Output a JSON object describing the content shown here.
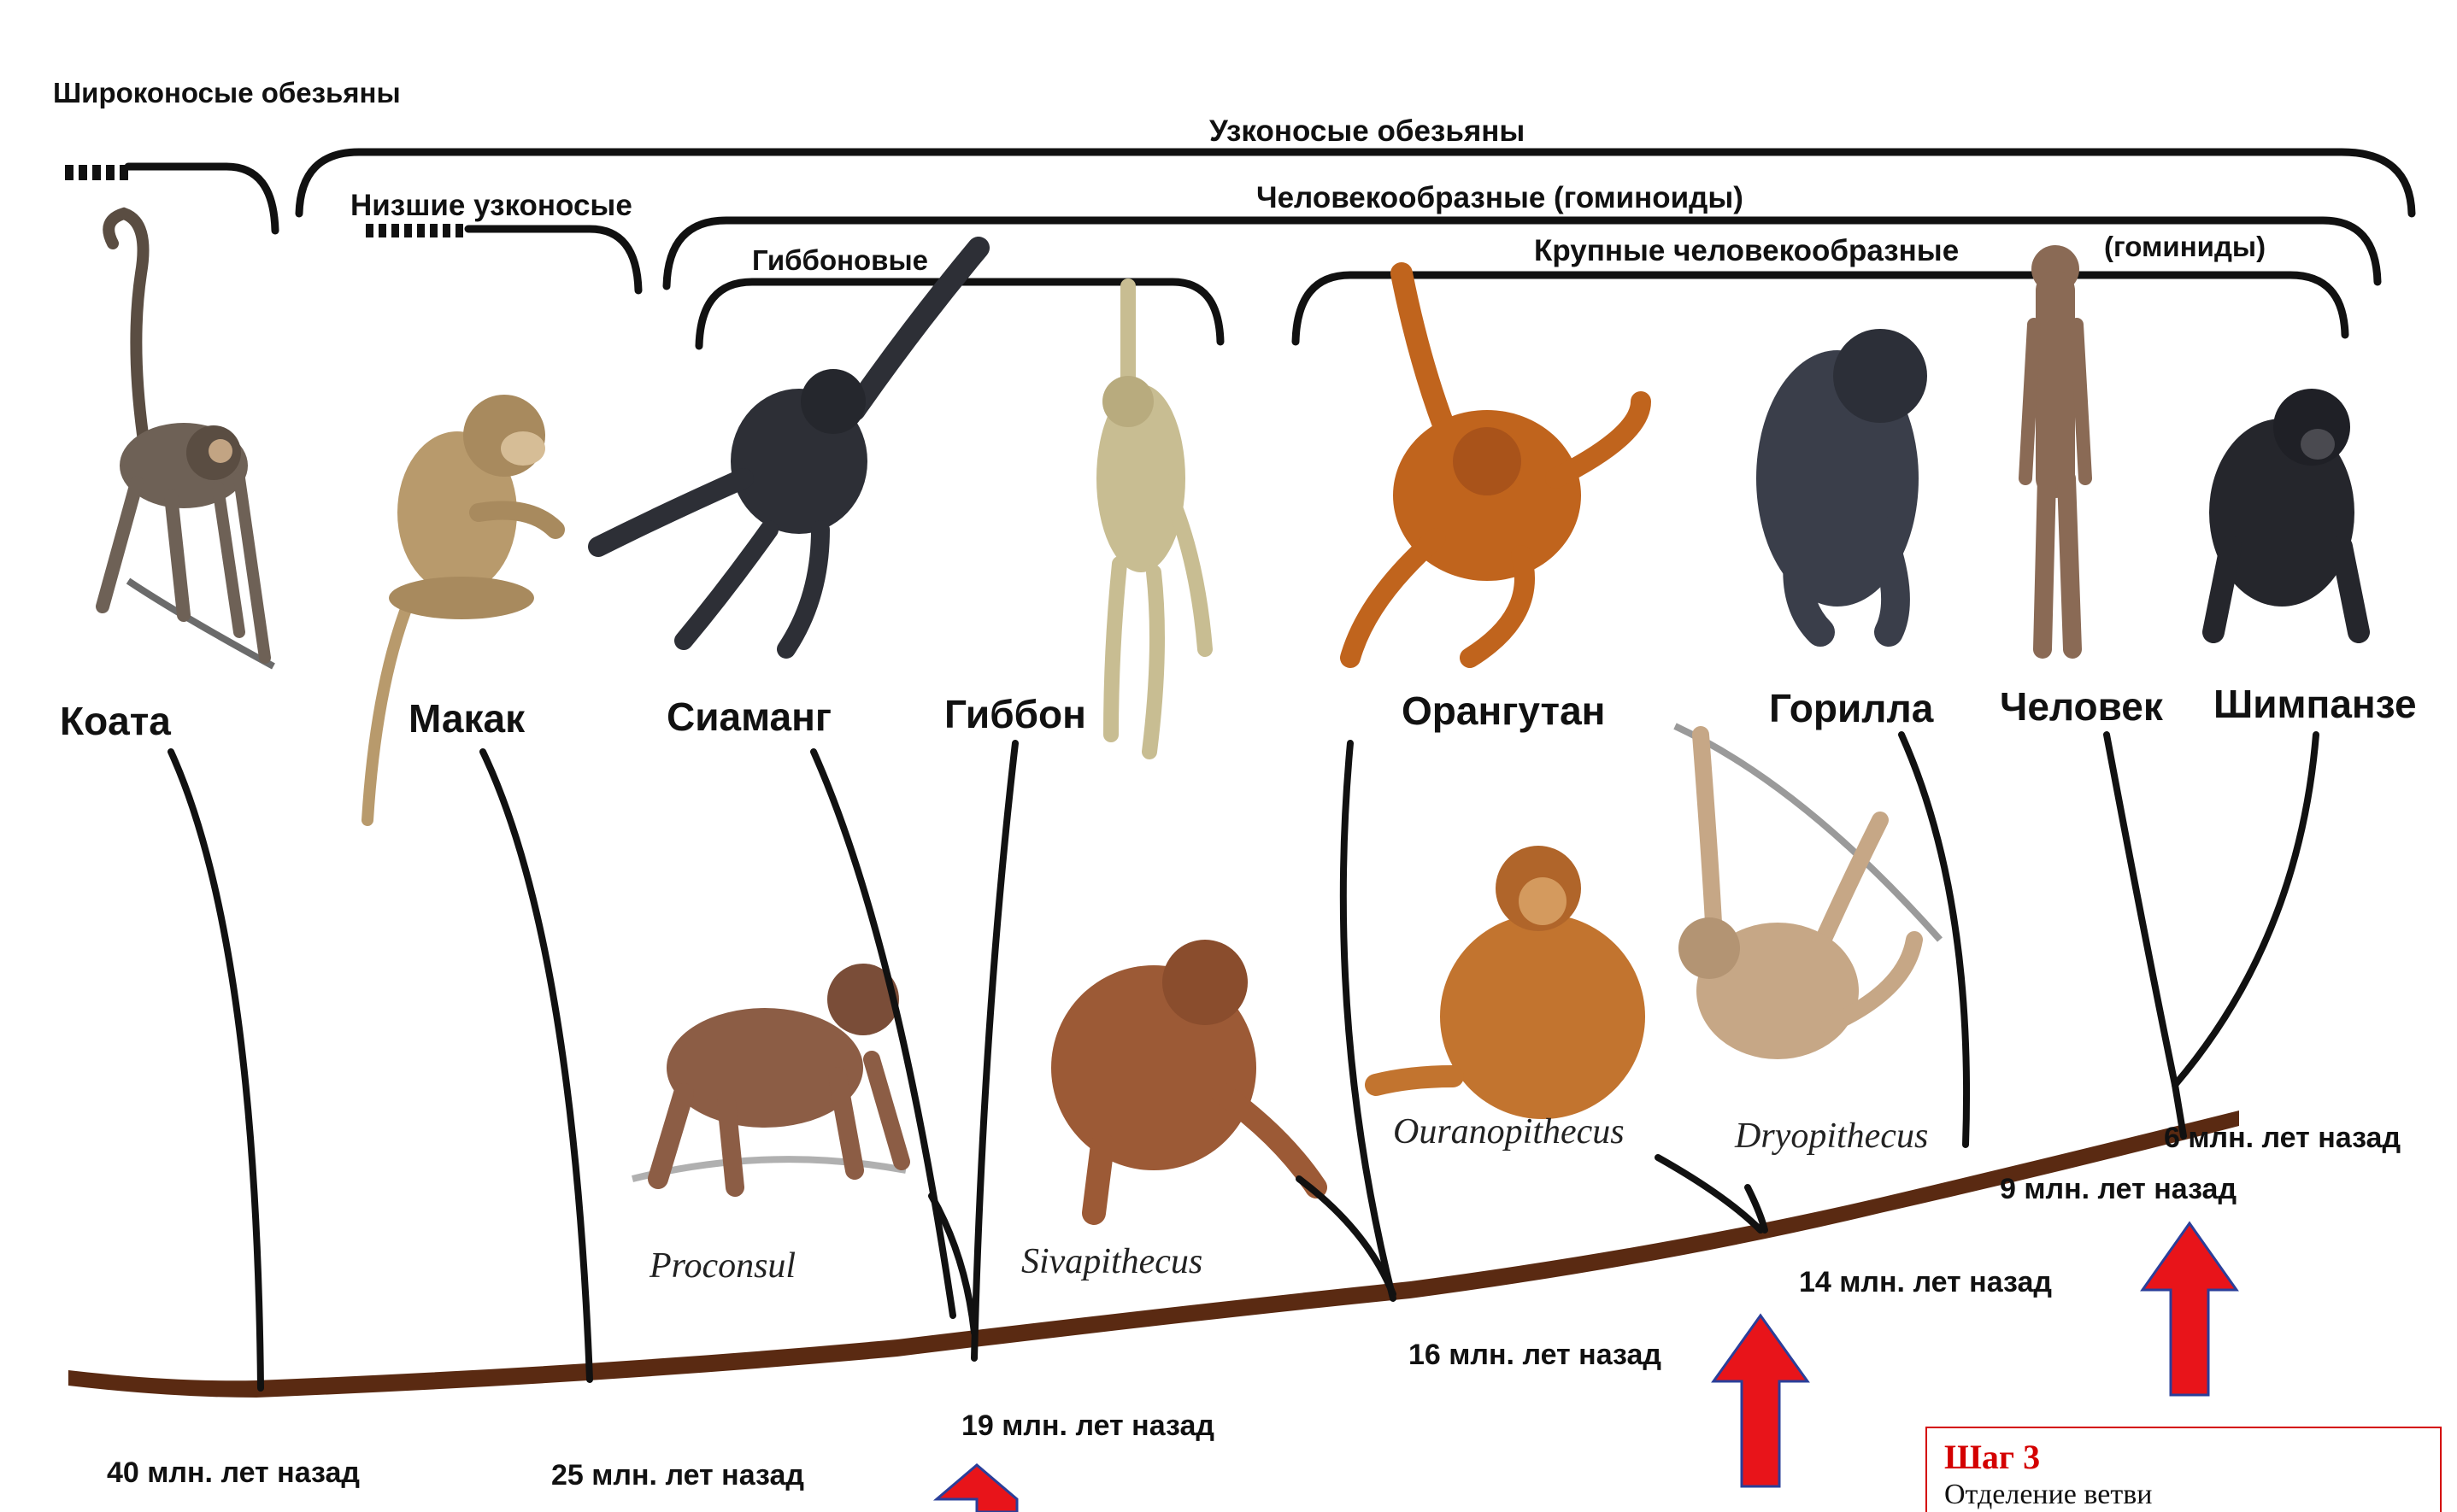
{
  "groups": {
    "platyrrhini": "Широконосые обезьяны",
    "catarrhini": "Узконосые обезьяны",
    "lower_catarrhini": "Низшие узконосые",
    "hominoids": "Человекообразные (гоминоиды)",
    "gibbons": "Гиббоновые",
    "great_apes": "Крупные человекообразные",
    "hominids": "(гоминиды)"
  },
  "species": {
    "koata": "Коата",
    "macaque": "Макак",
    "siamang": "Сиаманг",
    "gibbon": "Гиббон",
    "orangutan": "Орангутан",
    "gorilla": "Горилла",
    "human": "Человек",
    "chimpanzee": "Шимпанзе"
  },
  "fossils": {
    "proconsul": "Proconsul",
    "sivapithecus": "Sivapithecus",
    "ouranopithecus": "Ouranopithecus",
    "dryopithecus": "Dryopithecus"
  },
  "timeline": {
    "t40": "40 млн. лет назад",
    "t25": "25 млн. лет назад",
    "t19": "19 млн. лет назад",
    "t16": "16 млн. лет назад",
    "t14": "14 млн. лет назад",
    "t9": "9 млн. лет назад",
    "t6": "6 млн. лет назад"
  },
  "step": {
    "title": "Шаг 3",
    "text": "Отделение ветви"
  },
  "colors": {
    "trunk": "#5a2a12",
    "arrow_fill": "#e8141a",
    "arrow_outline": "#2a3f9a",
    "step_border": "#d40000"
  }
}
